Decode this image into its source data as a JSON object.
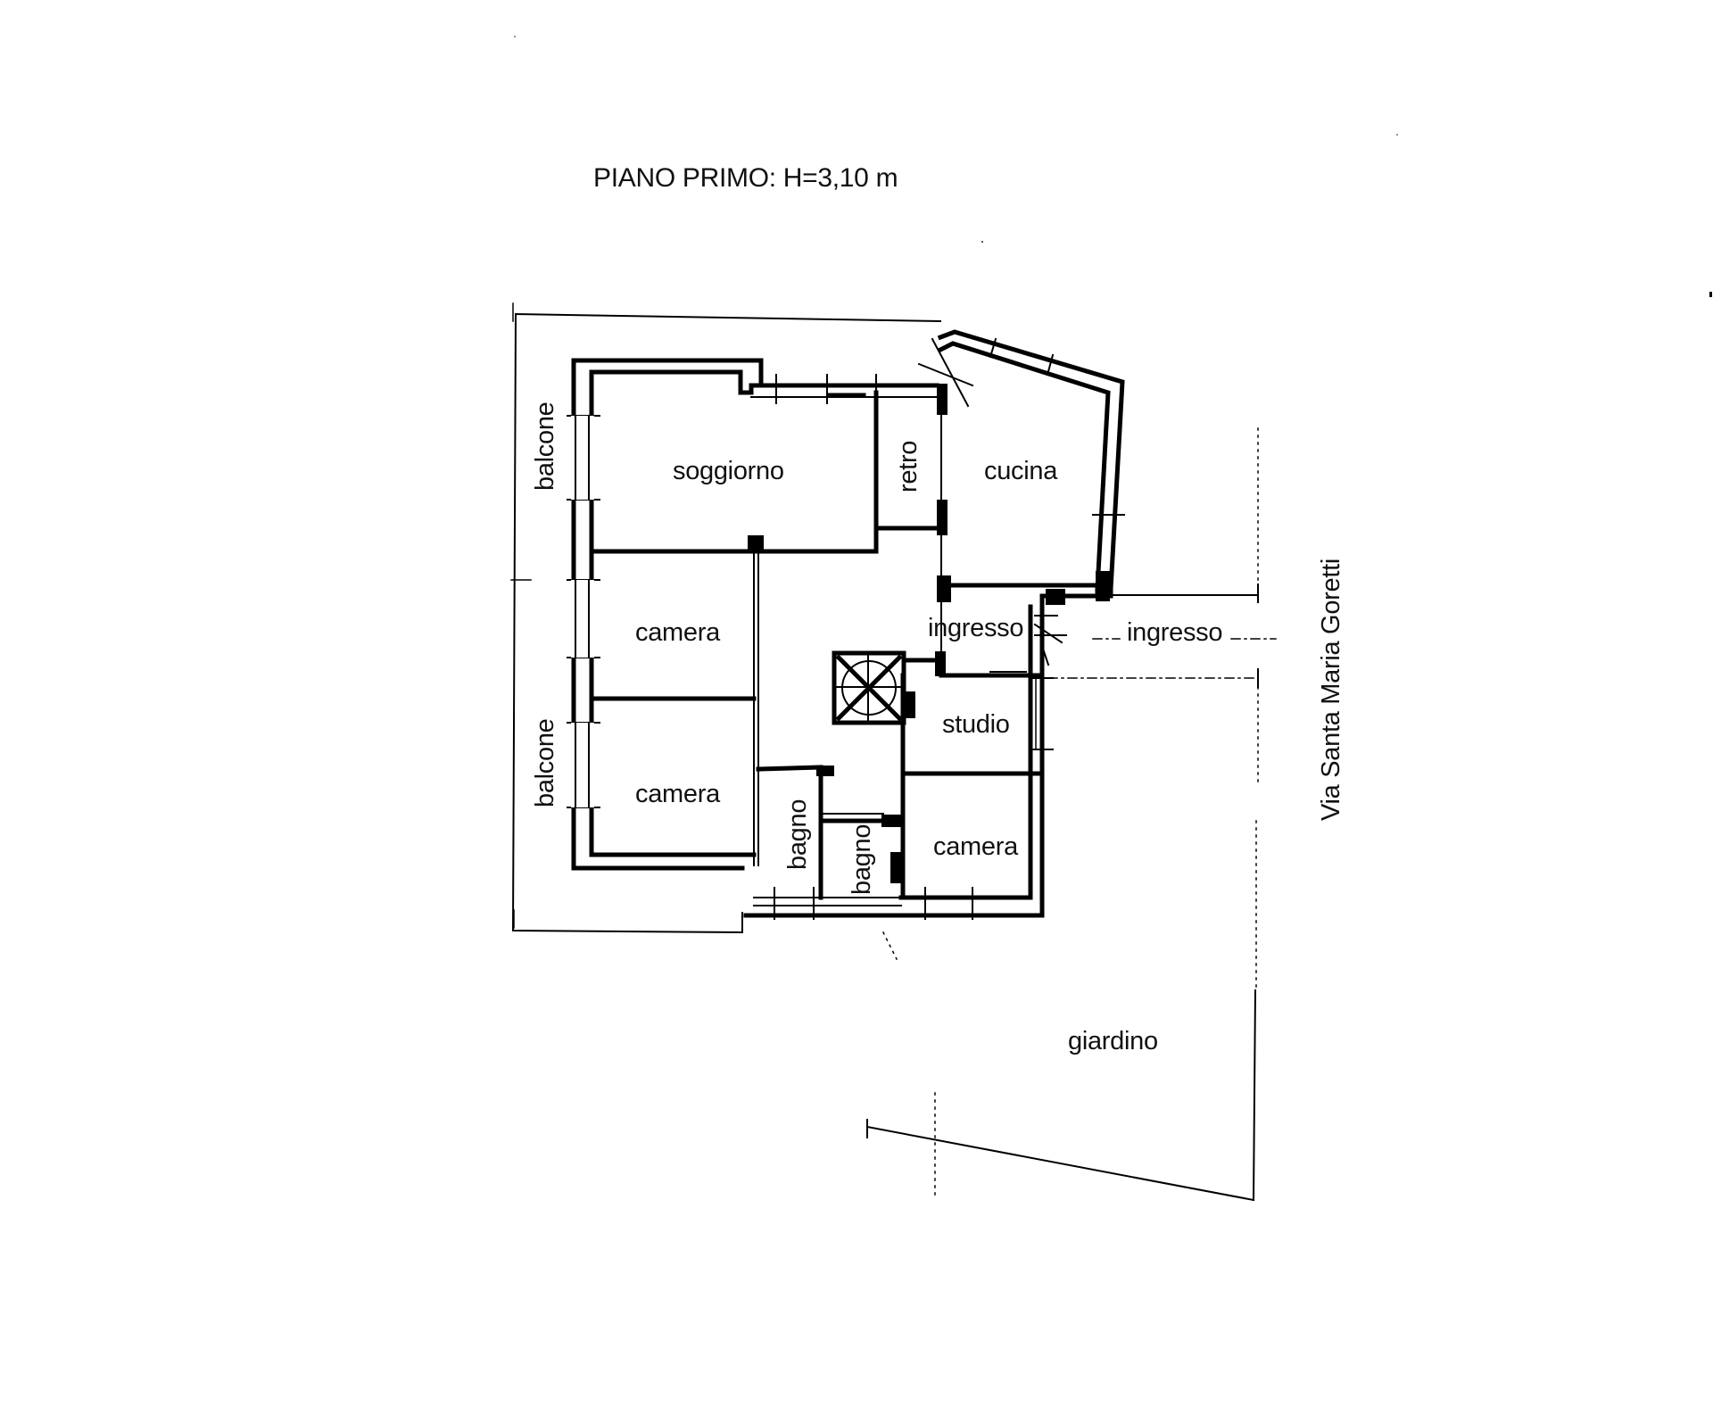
{
  "title": "PIANO PRIMO: H=3,10 m",
  "floor": {
    "name": "PIANO PRIMO",
    "height_label": "H=3,10 m"
  },
  "rooms": {
    "soggiorno": "soggiorno",
    "retro": "retro",
    "cucina": "cucina",
    "camera_1": "camera",
    "camera_2": "camera",
    "camera_3": "camera",
    "ingresso_inner": "ingresso",
    "ingresso_outer": "ingresso",
    "studio": "studio",
    "bagno_1": "bagno",
    "bagno_2": "bagno",
    "balcone_top": "balcone",
    "balcone_bottom": "balcone",
    "giardino": "giardino"
  },
  "street": "Via Santa Maria Goretti",
  "colors": {
    "ink": "#000000",
    "paper": "#ffffff"
  }
}
